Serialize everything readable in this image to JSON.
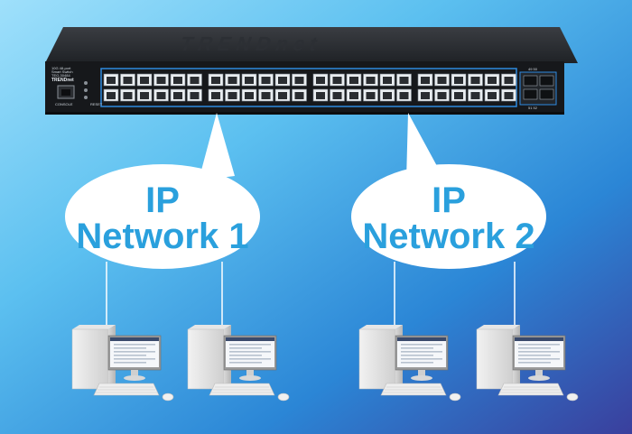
{
  "diagram": {
    "switch": {
      "brand_label": "TRENDnet",
      "front_brand_label": "TRENDnet",
      "model_line1": "10G 48-port",
      "model_line2": "Smart Switch",
      "model_line3": "TEG-30484",
      "reset_label": "RESET",
      "console_label": "CONSOLE",
      "sfp_label_top": "49 50",
      "sfp_label_bottom": "51 52"
    },
    "networks": [
      {
        "line1": "IP",
        "line2": "Network 1"
      },
      {
        "line1": "IP",
        "line2": "Network 2"
      }
    ],
    "computers_count": 4
  }
}
